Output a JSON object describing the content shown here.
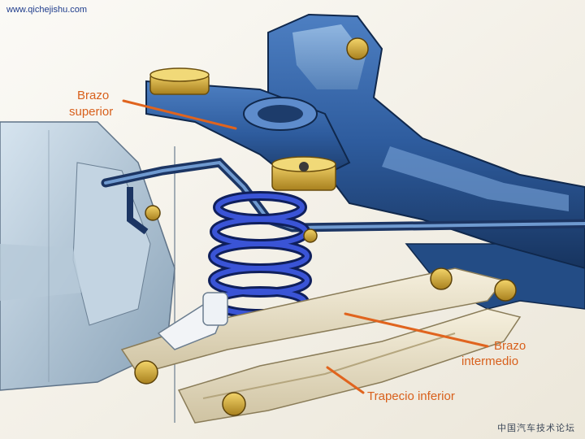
{
  "watermark": "www.qichejishu.com",
  "footer_text": "中国汽车技术论坛",
  "labels": {
    "upper_arm_line1": "Brazo",
    "upper_arm_line2": "superior",
    "middle_arm_line1": "Brazo",
    "middle_arm_line2": "intermedio",
    "lower_trapezoid": "Trapecio inferior"
  },
  "colors": {
    "label_text": "#d8601c",
    "leader_line": "#e0641e",
    "subframe": "#2e5c9e",
    "spring": "#2a3fae",
    "lower_arm": "#e6ddc6",
    "watermark": "#1e3c8c"
  }
}
